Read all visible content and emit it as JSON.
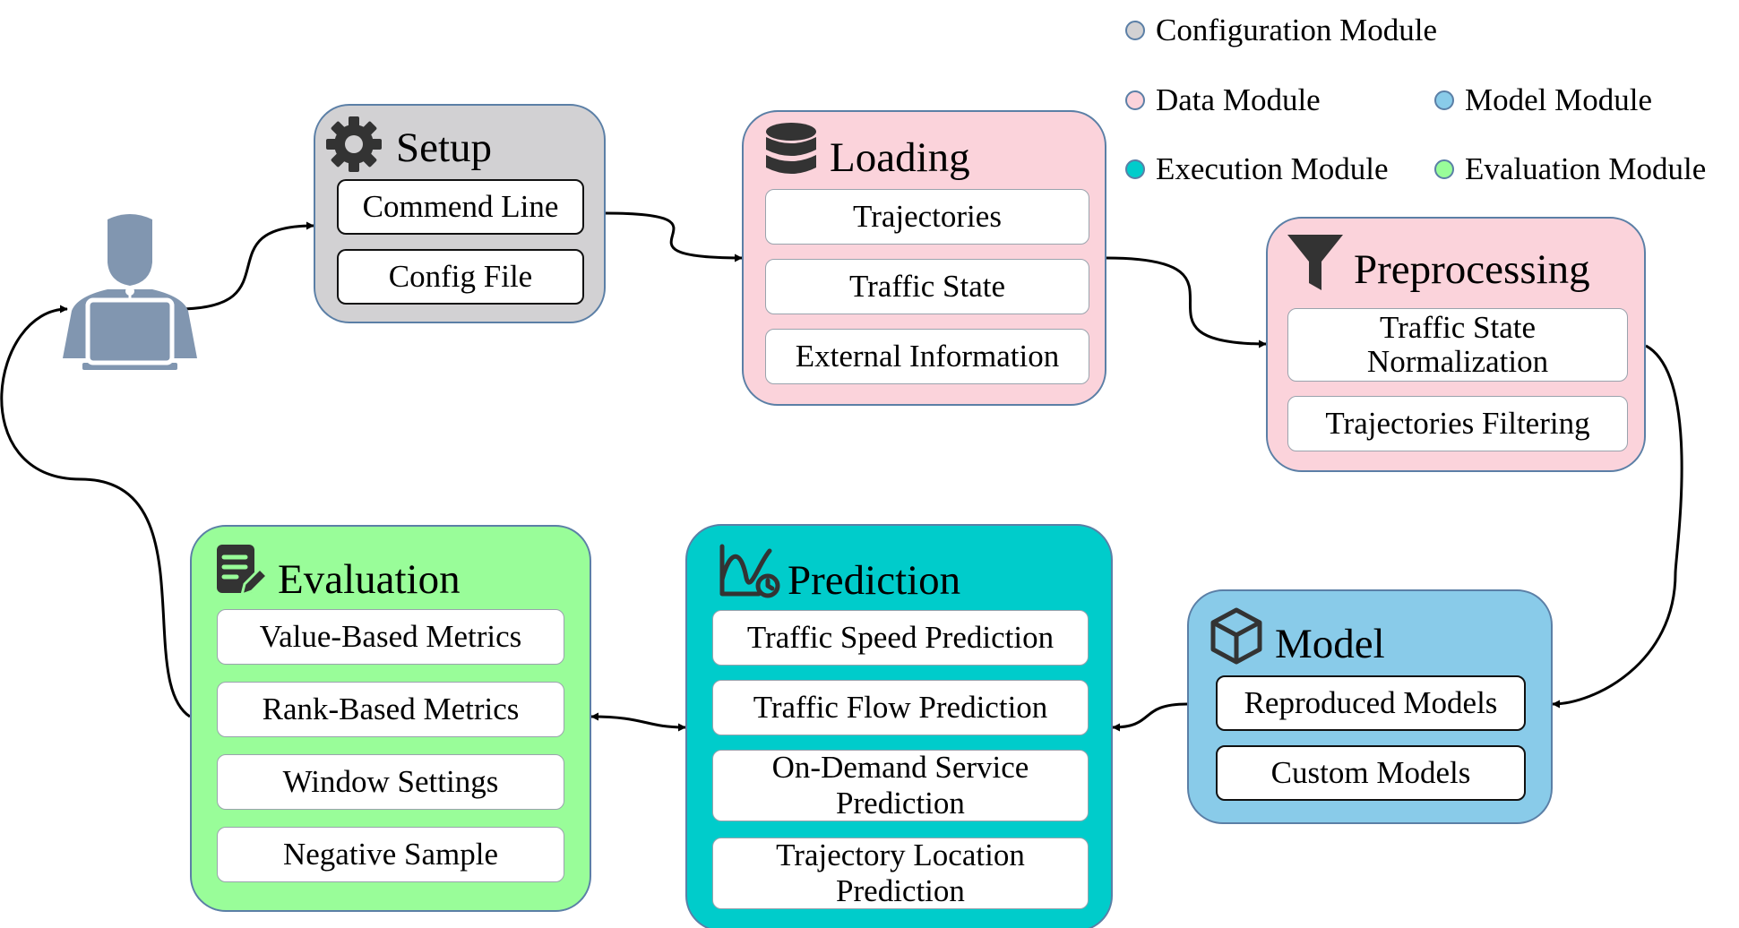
{
  "colors": {
    "config": "#d2d1d3",
    "data": "#fbd3db",
    "model": "#89cbe9",
    "execution": "#00cccb",
    "evaluation": "#99fd99",
    "border": "#5b7fa6",
    "icon": "#333333",
    "user": "#8196b0"
  },
  "legend": [
    {
      "label": "Configuration Module",
      "color": "#d2d1d3"
    },
    {
      "label": "Data Module",
      "color": "#fbd3db"
    },
    {
      "label": "Model Module",
      "color": "#89cbe9"
    },
    {
      "label": "Execution Module",
      "color": "#00cccb"
    },
    {
      "label": "Evaluation Module",
      "color": "#99fd99"
    }
  ],
  "user": {
    "icon": "user-laptop-icon"
  },
  "modules": {
    "setup": {
      "title": "Setup",
      "icon": "gear-icon",
      "items": [
        "Commend Line",
        "Config File"
      ]
    },
    "loading": {
      "title": "Loading",
      "icon": "database-icon",
      "items": [
        "Trajectories",
        "Traffic State",
        "External Information"
      ]
    },
    "preprocessing": {
      "title": "Preprocessing",
      "icon": "funnel-icon",
      "items": [
        "Traffic State\nNormalization",
        "Trajectories Filtering"
      ]
    },
    "model": {
      "title": "Model",
      "icon": "cube-icon",
      "items": [
        "Reproduced Models",
        "Custom Models"
      ]
    },
    "prediction": {
      "title": "Prediction",
      "icon": "chart-clock-icon",
      "items": [
        "Traffic Speed Prediction",
        "Traffic Flow Prediction",
        "On-Demand Service\nPrediction",
        "Trajectory Location\nPrediction"
      ]
    },
    "evaluation": {
      "title": "Evaluation",
      "icon": "document-edit-icon",
      "items": [
        "Value-Based Metrics",
        "Rank-Based Metrics",
        "Window Settings",
        "Negative Sample"
      ]
    }
  }
}
